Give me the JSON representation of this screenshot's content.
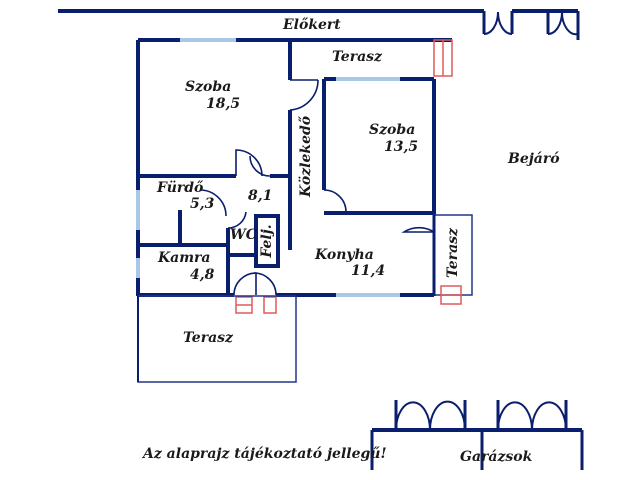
{
  "labels": {
    "front_garden": "Előkert",
    "terrace_top": "Terasz",
    "room1_name": "Szoba",
    "room1_area": "18,5",
    "room2_name": "Szoba",
    "room2_area": "13,5",
    "corridor": "Közlekedő",
    "corridor_area": "8,1",
    "bathroom_name": "Fürdő",
    "bathroom_area": "5,3",
    "wc": "WC",
    "stair": "Felj.",
    "pantry_name": "Kamra",
    "pantry_area": "4,8",
    "kitchen_name": "Konyha",
    "kitchen_area": "11,4",
    "terrace_right": "Terasz",
    "entrance": "Bejáró",
    "terrace_bottom": "Terasz",
    "garages": "Garázsok",
    "disclaimer": "Az alaprajz tájékoztató jellegű!"
  },
  "colors": {
    "wall": "#0a1e6e",
    "window": "#aac8e6",
    "thin_line": "#22338a",
    "pillar": "#e05a5a",
    "text": "#1a1a1a"
  }
}
